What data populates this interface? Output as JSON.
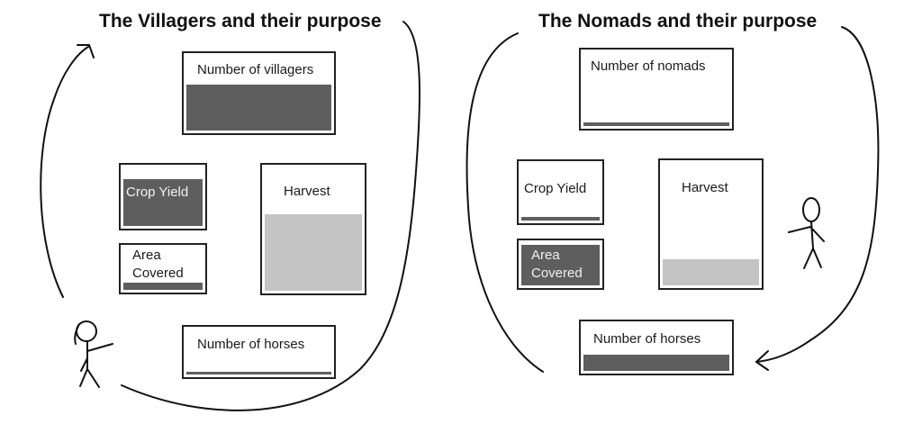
{
  "villagers": {
    "title": "The Villagers and their purpose",
    "villagers_count": {
      "label": "Number of villagers",
      "level": 0.62
    },
    "crop_yield": {
      "label": "Crop Yield",
      "level": 0.8
    },
    "harvest": {
      "label": "Harvest",
      "level": 0.62
    },
    "area_covered": {
      "label_line1": "Area",
      "label_line2": "Covered",
      "level": 0.18
    },
    "horses": {
      "label": "Number of horses",
      "level": 0.04
    }
  },
  "nomads": {
    "title": "The Nomads and their purpose",
    "nomads_count": {
      "label": "Number of nomads",
      "level": 0.05
    },
    "crop_yield": {
      "label": "Crop Yield",
      "level": 0.06
    },
    "harvest": {
      "label": "Harvest",
      "level": 0.21
    },
    "area_covered": {
      "label_line1": "Area",
      "label_line2": "Covered",
      "level": 0.95
    },
    "horses": {
      "label": "Number of horses",
      "level": 0.35
    }
  },
  "colors": {
    "dark_fill": "#5e5e5e",
    "light_fill": "#c4c4c4",
    "stroke": "#222222"
  }
}
